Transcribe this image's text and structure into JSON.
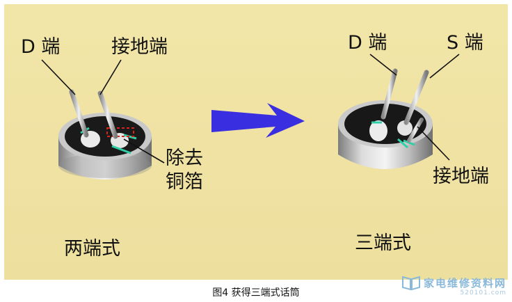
{
  "labels": {
    "left_d": "D 端",
    "left_ground": "接地端",
    "remove_line1": "除去",
    "remove_line2": "铜箔",
    "left_caption": "两端式",
    "right_d": "D 端",
    "right_s": "S 端",
    "right_ground": "接地端",
    "right_caption": "三端式"
  },
  "caption": "图4  获得三端式话筒",
  "watermark": {
    "name": "家电维修资料网",
    "url": "520101.com"
  },
  "colors": {
    "background": "#f0e2a3",
    "arrow": "#3a2fe0",
    "highlight": "#d9241c",
    "watermark": "#8ab8d9"
  }
}
